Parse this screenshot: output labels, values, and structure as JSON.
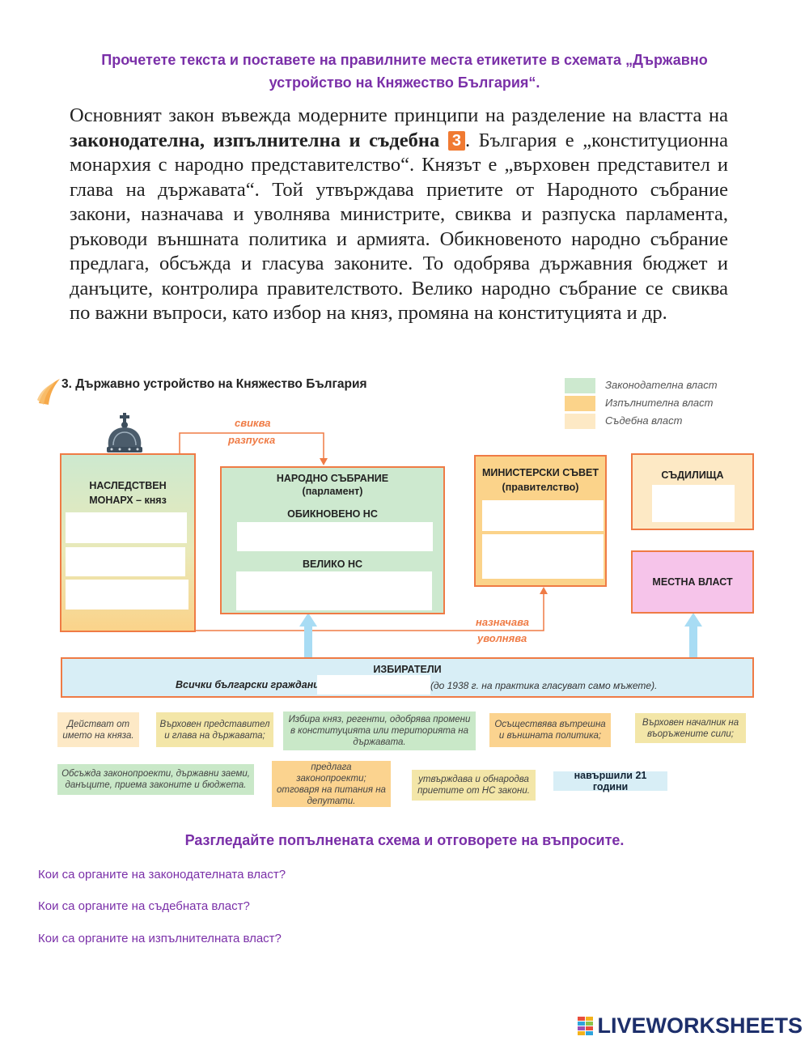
{
  "instructions": {
    "line1": "Прочетете текста и поставете на правилните места етикетите в схемата „Държавно",
    "line2": "устройство на Княжество България“."
  },
  "paragraph": {
    "part1": "Основният закон въвежда модерните принципи на разделение на властта на ",
    "bold": "законодателна, изпълнителна и съдебна",
    "badge": "3",
    "part2": ". България е „конституционна монархия с народно представителство“. Князът е „върховен представител и глава на държавата“. Той утвърждава приетите от Народното събрание закони, назначава и уволнява министрите, свиква и разпуска парламента, ръководи външната политика и армията. Обикновеното народно събрание предлага, обсъжда и гласува законите. То одобрява държавния бюджет и данъците, контролира правителството. Велико народно събрание се свиква по важни въпроси, като избор на княз, промяна на конституцията и др."
  },
  "diagram": {
    "title": "3. Държавно устройство на Княжество България",
    "legend": [
      {
        "label": "Законодателна власт",
        "color": "#cde9cf"
      },
      {
        "label": "Изпълнителна власт",
        "color": "#fbd38a"
      },
      {
        "label": "Съдебна власт",
        "color": "#fde9c5"
      }
    ],
    "monarch": {
      "line1": "НАСЛЕДСТВЕН",
      "line2": "МОНАРХ – княз"
    },
    "assembly": {
      "title": "НАРОДНО СЪБРАНИЕ",
      "subtitle": "(парламент)",
      "ordinary": "ОБИКНОВЕНО НС",
      "grand": "ВЕЛИКО НС"
    },
    "ministers": {
      "title": "МИНИСТЕРСКИ СЪВЕТ",
      "subtitle": "(правителство)"
    },
    "courts": {
      "title": "СЪДИЛИЩА"
    },
    "local": {
      "title": "МЕСТНА ВЛАСТ"
    },
    "arrow_top": {
      "line1": "свиква",
      "line2": "разпуска"
    },
    "arrow_bottom": {
      "line1": "назначава",
      "line2": "уволнява"
    },
    "voters": {
      "title": "ИЗБИРАТЕЛИ",
      "text_start": "Всички български граждани,",
      "text_end": "(до 1938 г. на практика гласуват само мъжете)."
    },
    "colors": {
      "orange": "#ef7b45",
      "green": "#cde9cf",
      "yellow": "#fbd38a",
      "beige": "#fde9c5",
      "pink": "#f6c4ea",
      "blue": "#d8eef6",
      "arrow_blue": "#a8dcf4"
    }
  },
  "labels": [
    {
      "text": "Действат от името на княза."
    },
    {
      "text": "Върховен представител и глава на държавата;"
    },
    {
      "text": "Избира княз, регенти, одобрява промени в конституцията или територията на държавата."
    },
    {
      "text": "Осъществява вътрешна и външната политика;"
    },
    {
      "text": "Върховен началник на въоръжените сили;"
    },
    {
      "text": "Обсъжда законопроекти, държавни заеми, данъците, приема законите и бюджета."
    },
    {
      "text": "предлага законопроекти; отговаря на питания на депутати."
    },
    {
      "text": "утвърждава и обнародва приетите от НС закони."
    },
    {
      "text": "навършили 21 години"
    }
  ],
  "instructions2": "Разгледайте попълнената схема и отговорете на въпросите.",
  "questions": [
    "Кои са органите на законодателната власт?",
    "Кои са органите на съдебната власт?",
    "Кои са органите на изпълнителната власт?"
  ],
  "logo": {
    "text": "LIVEWORKSHEETS",
    "icon": "liveworksheets-logo-icon"
  }
}
